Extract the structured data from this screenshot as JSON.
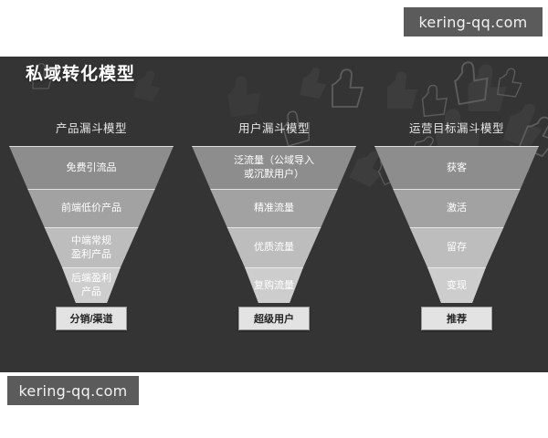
{
  "watermarks": {
    "top": "kering-qq.com",
    "bottom": "kering-qq.com"
  },
  "panel": {
    "title": "私域转化模型",
    "background_color": "#343434",
    "title_icon": "thumbs-up-icon"
  },
  "funnels": [
    {
      "title": "产品漏斗模型",
      "stages": [
        "免费引流品",
        "前端低价产品",
        "中端常规\n盈利产品",
        "后端盈利\n产品"
      ],
      "footer": "分销/渠道"
    },
    {
      "title": "用户漏斗模型",
      "stages": [
        "泛流量（公域导入\n或沉默用户）",
        "精准流量",
        "优质流量",
        "复购流量"
      ],
      "footer": "超级用户"
    },
    {
      "title": "运营目标漏斗模型",
      "stages": [
        "获客",
        "激活",
        "留存",
        "变现"
      ],
      "footer": "推荐"
    }
  ],
  "colors": {
    "panel_bg": "#343434",
    "segment_1": "#8d8d8d",
    "segment_2": "#a2a2a2",
    "segment_3": "#bdbdbd",
    "segment_4": "#cdcdcd",
    "footer_box": "#e3e3e3",
    "watermark_bg": "#5b5b5b"
  }
}
